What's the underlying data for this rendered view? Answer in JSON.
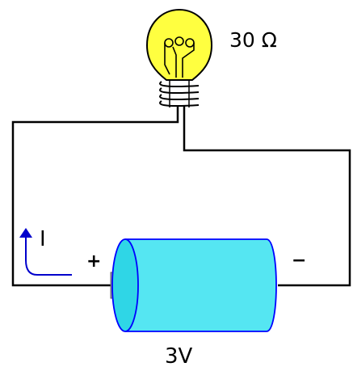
{
  "diagram": {
    "bulb": {
      "resistance_label": "30 Ω",
      "glass_color": "#ffff40",
      "outline_color": "#000000"
    },
    "battery": {
      "voltage_label": "3V",
      "positive_label": "+",
      "negative_label": "−",
      "body_color": "#55e6f2",
      "outline_color": "#0000ff",
      "terminal_color": "#a0a0a0"
    },
    "current": {
      "label": "I",
      "arrow_color": "#0000cc"
    },
    "wire_color": "#000000"
  }
}
